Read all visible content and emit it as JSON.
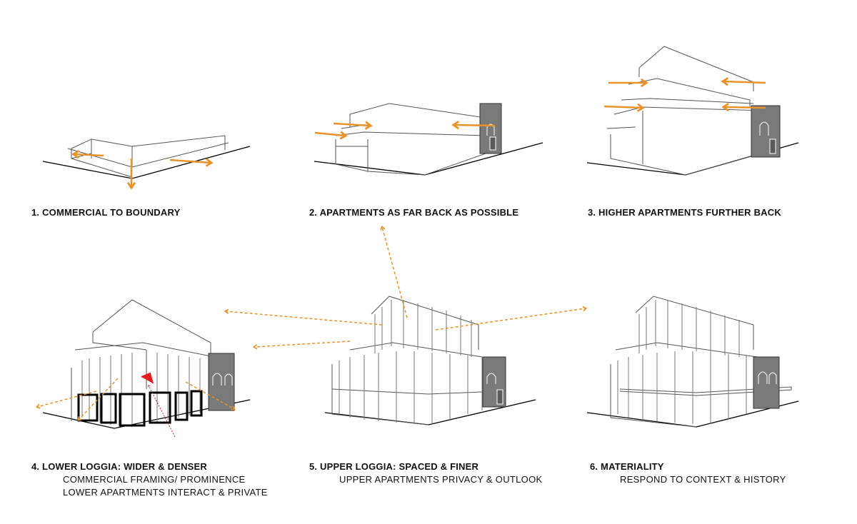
{
  "colors": {
    "arrow": "#e8932a",
    "red": "#e02020",
    "dark": "#6a6a6a",
    "line": "#555555"
  },
  "captions": [
    {
      "title": "1. COMMERCIAL TO BOUNDARY",
      "subs": []
    },
    {
      "title": "2. APARTMENTS AS FAR BACK AS POSSIBLE",
      "subs": []
    },
    {
      "title": "3. HIGHER APARTMENTS FURTHER BACK",
      "subs": []
    },
    {
      "title": "4. LOWER LOGGIA: WIDER & DENSER",
      "subs": [
        "COMMERCIAL FRAMING/ PROMINENCE",
        "LOWER APARTMENTS INTERACT & PRIVATE"
      ]
    },
    {
      "title": "5. UPPER LOGGIA: SPACED & FINER",
      "subs": [
        "UPPER APARTMENTS PRIVACY & OUTLOOK"
      ]
    },
    {
      "title": "6. MATERIALITY",
      "subs": [
        "RESPOND TO CONTEXT & HISTORY"
      ]
    }
  ]
}
